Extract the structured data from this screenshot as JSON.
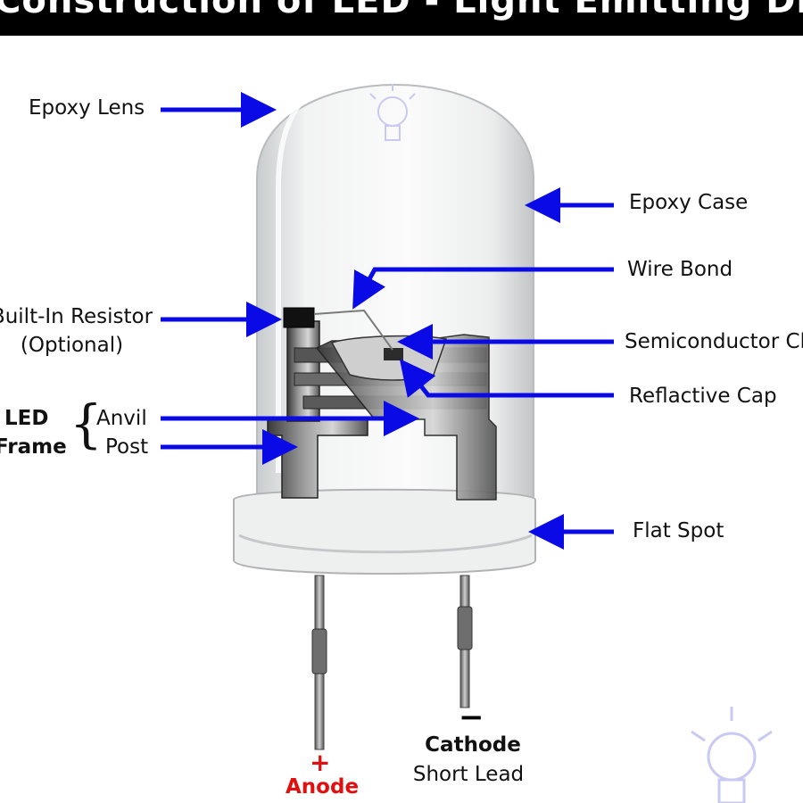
{
  "title": "Construction of LED - Light Emitting Diode",
  "labels": {
    "epoxy_lens": "Epoxy Lens",
    "epoxy_case": "Epoxy Case",
    "wire_bond": "Wire Bond",
    "built_in_resistor": "Built-In Resistor",
    "optional": "(Optional)",
    "semiconductor_chip": "Semiconductor Chip",
    "reflective_cap": "Reflactive Cap",
    "led_frame_line1": "LED",
    "led_frame_line2": "Frame",
    "anvil": "Anvil",
    "post": "Post",
    "flat_spot": "Flat Spot",
    "cathode_sign": "−",
    "cathode": "Cathode",
    "short_lead": "Short  Lead",
    "anode_sign": "+",
    "anode": "Anode"
  },
  "colors": {
    "arrow": "#0a0ae6",
    "anode": "#e01010",
    "banner": "#000000",
    "watermark": "#c9c9f2"
  },
  "icons": [
    "lightbulb-watermark-icon"
  ]
}
